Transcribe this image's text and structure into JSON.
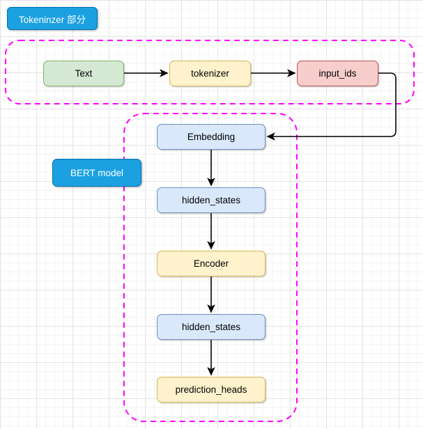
{
  "labels": {
    "tokenizer_section": "Tokeninzer 部分",
    "bert_model": "BERT model"
  },
  "nodes": {
    "text": {
      "label": "Text",
      "color": "green"
    },
    "tokenizer": {
      "label": "tokenizer",
      "color": "yellow"
    },
    "input_ids": {
      "label": "input_ids",
      "color": "red"
    },
    "embedding": {
      "label": "Embedding",
      "color": "blue"
    },
    "hidden_states_1": {
      "label": "hidden_states",
      "color": "blue"
    },
    "encoder": {
      "label": "Encoder",
      "color": "yellow"
    },
    "hidden_states_2": {
      "label": "hidden_states",
      "color": "blue"
    },
    "prediction_heads": {
      "label": "prediction_heads",
      "color": "yellow"
    }
  },
  "flow": {
    "edges": [
      {
        "from": "Text",
        "to": "tokenizer"
      },
      {
        "from": "tokenizer",
        "to": "input_ids"
      },
      {
        "from": "input_ids",
        "to": "Embedding"
      },
      {
        "from": "Embedding",
        "to": "hidden_states"
      },
      {
        "from": "hidden_states",
        "to": "Encoder"
      },
      {
        "from": "Encoder",
        "to": "hidden_states"
      },
      {
        "from": "hidden_states",
        "to": "prediction_heads"
      }
    ]
  },
  "colors": {
    "section_label_fill": "#1ba1e2",
    "section_label_border": "#006eaf",
    "section_label_text": "#ffffff",
    "green_fill": "#d5e8d4",
    "green_border": "#82b366",
    "yellow_fill": "#fff2cc",
    "yellow_border": "#d6b656",
    "red_fill": "#f8cecc",
    "red_border": "#b85450",
    "blue_fill": "#dae8fc",
    "blue_border": "#6c8ebf",
    "container_border": "#ff00ff",
    "arrow": "#000000",
    "node_text": "#000000",
    "background": "#ffffff"
  }
}
